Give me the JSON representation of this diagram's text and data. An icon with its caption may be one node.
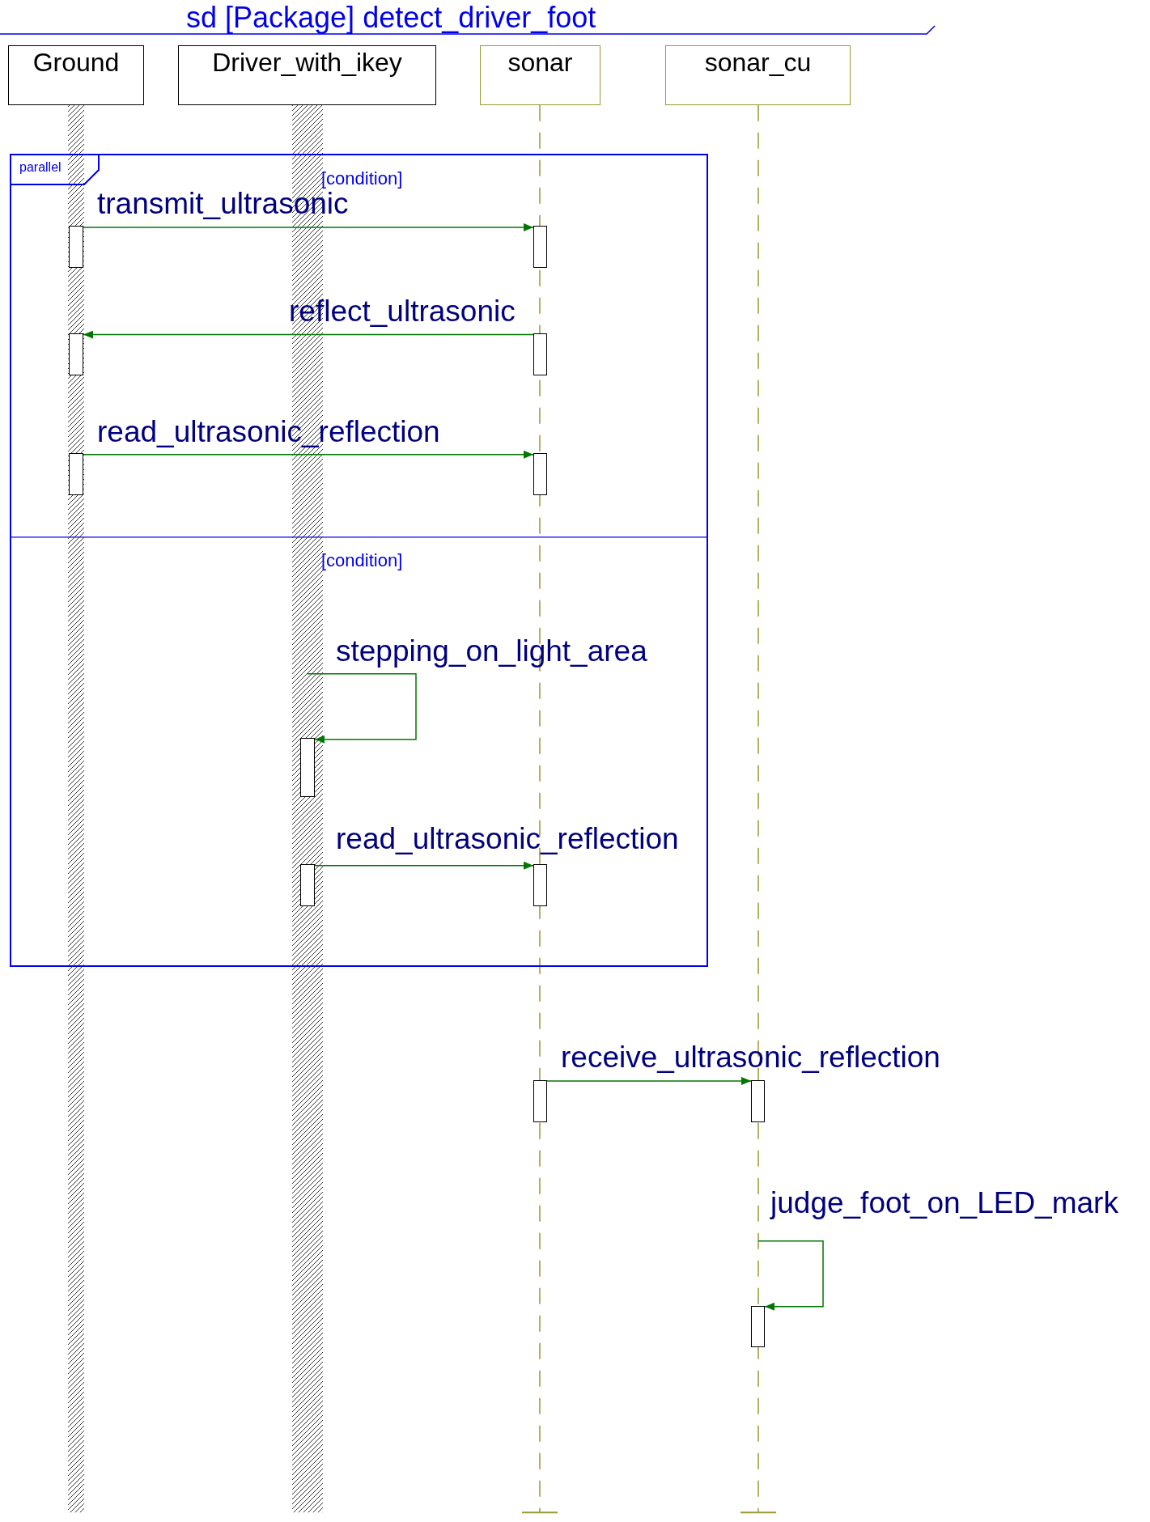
{
  "diagram": {
    "title": "sd [Package] detect_driver_foot",
    "nodes": [
      {
        "text": [
          "Ground"
        ]
      },
      {
        "text": [
          "Driver_with_ikey"
        ]
      },
      {
        "text": [
          "sonar"
        ]
      },
      {
        "text": [
          "sonar_cu"
        ]
      },
      {
        "text": [
          "parallel",
          "[condition]",
          "[condition]"
        ]
      },
      {
        "text": [],
        "shape": "box",
        "in": 4
      },
      {
        "text": [],
        "shape": "box",
        "in": 4
      },
      {
        "text": [],
        "shape": "box",
        "in": 4
      },
      {
        "text": [],
        "shape": "box",
        "in": 4
      },
      {
        "text": [],
        "shape": "box",
        "in": 4
      },
      {
        "text": [],
        "shape": "box",
        "in": 4
      },
      {
        "text": [],
        "shape": "box",
        "in": 4
      },
      {
        "text": [],
        "shape": "box",
        "in": 4
      },
      {
        "text": [],
        "shape": "box",
        "in": 4
      },
      {
        "text": [],
        "shape": "box"
      },
      {
        "text": [],
        "shape": "box"
      },
      {
        "text": [],
        "shape": "box"
      }
    ],
    "edges": [
      {
        "from": 5,
        "to": 6,
        "arrow": "to",
        "label": "transmit_ultrasonic"
      },
      {
        "from": 8,
        "to": 7,
        "arrow": "to",
        "label": "reflect_ultrasonic"
      },
      {
        "from": 9,
        "to": 10,
        "arrow": "to",
        "label": "read_ultrasonic_reflection"
      },
      {
        "from": null,
        "to": 11,
        "arrow": "to",
        "label": "stepping_on_light_area"
      },
      {
        "from": 12,
        "to": 13,
        "arrow": "to",
        "label": "read_ultrasonic_reflection"
      },
      {
        "from": 14,
        "to": 15,
        "arrow": "to",
        "label": "receive_ultrasonic_reflection"
      },
      {
        "from": null,
        "to": 16,
        "arrow": "to",
        "label": "judge_foot_on_LED_mark"
      }
    ]
  }
}
